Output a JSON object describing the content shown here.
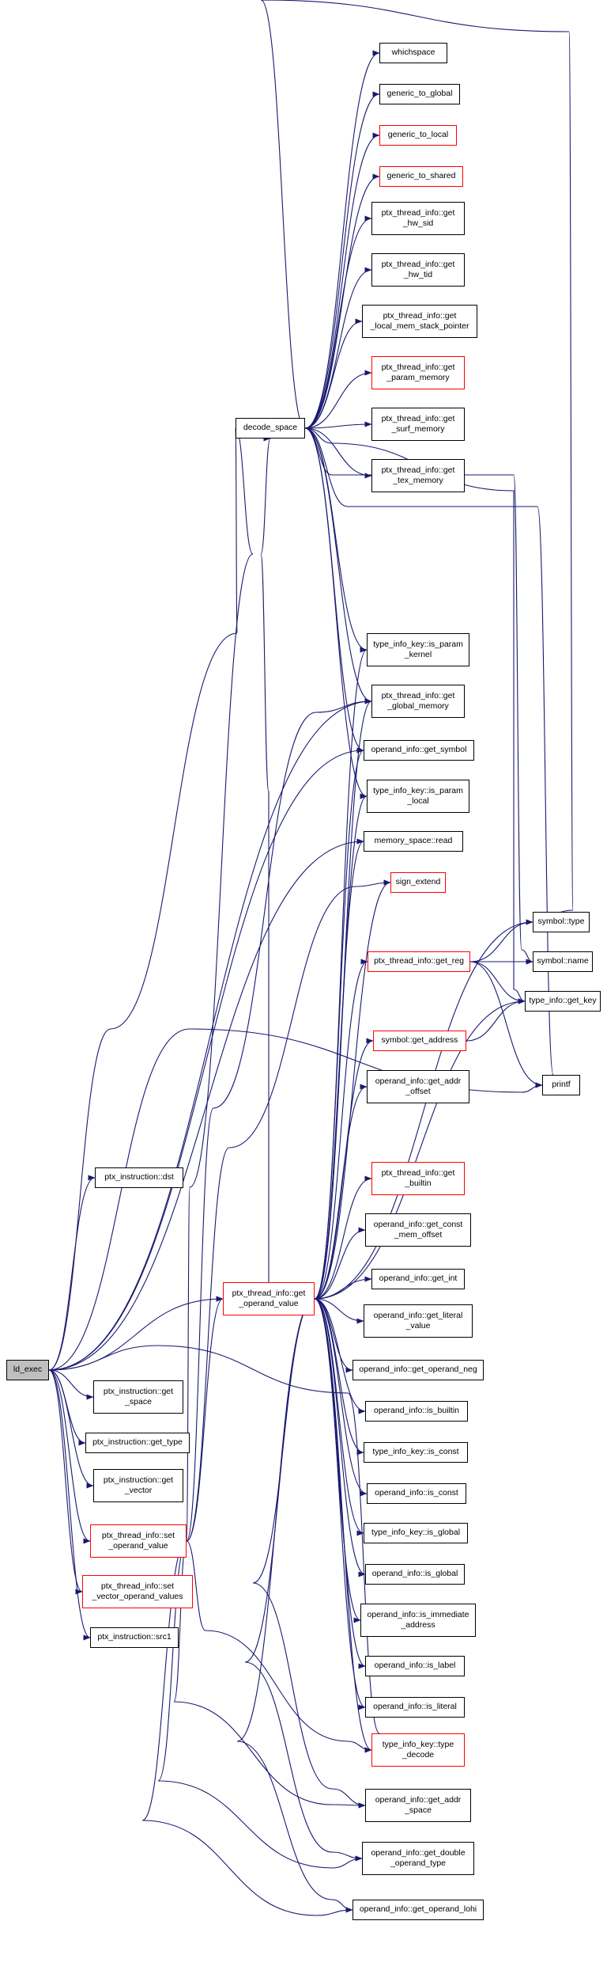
{
  "edge_color": "#191970",
  "box_border_default": "#000000",
  "box_border_highlight": "#ff0000",
  "root_fill": "#bfbfbf",
  "nodes": [
    {
      "id": "whichspace",
      "label": "whichspace",
      "highlight": false
    },
    {
      "id": "generic_to_global",
      "label": "generic_to_global",
      "highlight": false
    },
    {
      "id": "generic_to_local",
      "label": "generic_to_local",
      "highlight": true
    },
    {
      "id": "generic_to_shared",
      "label": "generic_to_shared",
      "highlight": true
    },
    {
      "id": "get_hw_sid",
      "label": "ptx_thread_info::get\n_hw_sid",
      "highlight": false
    },
    {
      "id": "get_hw_tid",
      "label": "ptx_thread_info::get\n_hw_tid",
      "highlight": false
    },
    {
      "id": "get_local_mem",
      "label": "ptx_thread_info::get\n_local_mem_stack_pointer",
      "highlight": false
    },
    {
      "id": "decode_space",
      "label": "decode_space",
      "highlight": false
    },
    {
      "id": "get_param_memory",
      "label": "ptx_thread_info::get\n_param_memory",
      "highlight": true
    },
    {
      "id": "get_surf_memory",
      "label": "ptx_thread_info::get\n_surf_memory",
      "highlight": false
    },
    {
      "id": "get_tex_memory",
      "label": "ptx_thread_info::get\n_tex_memory",
      "highlight": false
    },
    {
      "id": "is_param_kernel",
      "label": "type_info_key::is_param\n_kernel",
      "highlight": false
    },
    {
      "id": "get_global_memory",
      "label": "ptx_thread_info::get\n_global_memory",
      "highlight": false
    },
    {
      "id": "get_symbol",
      "label": "operand_info::get_symbol",
      "highlight": false
    },
    {
      "id": "is_param_local",
      "label": "type_info_key::is_param\n_local",
      "highlight": false
    },
    {
      "id": "memory_read",
      "label": "memory_space::read",
      "highlight": false
    },
    {
      "id": "sign_extend",
      "label": "sign_extend",
      "highlight": true
    },
    {
      "id": "symbol_type",
      "label": "symbol::type",
      "highlight": false
    },
    {
      "id": "get_reg",
      "label": "ptx_thread_info::get_reg",
      "highlight": true
    },
    {
      "id": "symbol_name",
      "label": "symbol::name",
      "highlight": false
    },
    {
      "id": "get_key",
      "label": "type_info::get_key",
      "highlight": false
    },
    {
      "id": "get_address",
      "label": "symbol::get_address",
      "highlight": true
    },
    {
      "id": "printf",
      "label": "printf",
      "highlight": false
    },
    {
      "id": "get_addr_offset",
      "label": "operand_info::get_addr\n_offset",
      "highlight": false
    },
    {
      "id": "dst",
      "label": "ptx_instruction::dst",
      "highlight": false
    },
    {
      "id": "get_builtin",
      "label": "ptx_thread_info::get\n_builtin",
      "highlight": true
    },
    {
      "id": "get_const_mem_offset",
      "label": "operand_info::get_const\n_mem_offset",
      "highlight": false
    },
    {
      "id": "get_int",
      "label": "operand_info::get_int",
      "highlight": false
    },
    {
      "id": "get_operand_value",
      "label": "ptx_thread_info::get\n_operand_value",
      "highlight": true
    },
    {
      "id": "get_literal_value",
      "label": "operand_info::get_literal\n_value",
      "highlight": false
    },
    {
      "id": "ld_exec",
      "label": "ld_exec",
      "highlight": false,
      "root": true
    },
    {
      "id": "get_operand_neg",
      "label": "operand_info::get_operand_neg",
      "highlight": false
    },
    {
      "id": "get_space",
      "label": "ptx_instruction::get\n_space",
      "highlight": false
    },
    {
      "id": "is_builtin",
      "label": "operand_info::is_builtin",
      "highlight": false
    },
    {
      "id": "get_type",
      "label": "ptx_instruction::get_type",
      "highlight": false
    },
    {
      "id": "is_const_key",
      "label": "type_info_key::is_const",
      "highlight": false
    },
    {
      "id": "get_vector",
      "label": "ptx_instruction::get\n_vector",
      "highlight": false
    },
    {
      "id": "is_const",
      "label": "operand_info::is_const",
      "highlight": false
    },
    {
      "id": "set_operand_value",
      "label": "ptx_thread_info::set\n_operand_value",
      "highlight": true
    },
    {
      "id": "is_global_key",
      "label": "type_info_key::is_global",
      "highlight": false
    },
    {
      "id": "is_global",
      "label": "operand_info::is_global",
      "highlight": false
    },
    {
      "id": "set_vector_operand_values",
      "label": "ptx_thread_info::set\n_vector_operand_values",
      "highlight": true
    },
    {
      "id": "is_immediate_address",
      "label": "operand_info::is_immediate\n_address",
      "highlight": false
    },
    {
      "id": "src1",
      "label": "ptx_instruction::src1",
      "highlight": false
    },
    {
      "id": "is_label",
      "label": "operand_info::is_label",
      "highlight": false
    },
    {
      "id": "is_literal",
      "label": "operand_info::is_literal",
      "highlight": false
    },
    {
      "id": "type_decode",
      "label": "type_info_key::type\n_decode",
      "highlight": true
    },
    {
      "id": "get_addr_space",
      "label": "operand_info::get_addr\n_space",
      "highlight": false
    },
    {
      "id": "get_double_operand_type",
      "label": "operand_info::get_double\n_operand_type",
      "highlight": false
    },
    {
      "id": "get_operand_lohi",
      "label": "operand_info::get_operand_lohi",
      "highlight": false
    }
  ],
  "edges": [
    [
      "decode_space",
      "whichspace"
    ],
    [
      "decode_space",
      "generic_to_global"
    ],
    [
      "decode_space",
      "generic_to_local"
    ],
    [
      "decode_space",
      "generic_to_shared"
    ],
    [
      "decode_space",
      "get_hw_sid"
    ],
    [
      "decode_space",
      "get_hw_tid"
    ],
    [
      "decode_space",
      "get_local_mem"
    ],
    [
      "decode_space",
      "get_param_memory"
    ],
    [
      "decode_space",
      "get_surf_memory"
    ],
    [
      "decode_space",
      "get_tex_memory"
    ],
    [
      "decode_space",
      "symbol_type"
    ],
    [
      "decode_space",
      "is_param_kernel"
    ],
    [
      "decode_space",
      "get_global_memory"
    ],
    [
      "decode_space",
      "get_symbol"
    ],
    [
      "decode_space",
      "is_param_local"
    ],
    [
      "decode_space",
      "symbol_name"
    ],
    [
      "decode_space",
      "get_key"
    ],
    [
      "decode_space",
      "printf"
    ],
    [
      "get_reg",
      "symbol_type"
    ],
    [
      "get_reg",
      "symbol_name"
    ],
    [
      "get_reg",
      "get_key"
    ],
    [
      "get_reg",
      "printf"
    ],
    [
      "get_address",
      "get_key"
    ],
    [
      "get_operand_value",
      "decode_space"
    ],
    [
      "get_operand_value",
      "is_param_kernel"
    ],
    [
      "get_operand_value",
      "get_global_memory"
    ],
    [
      "get_operand_value",
      "get_symbol"
    ],
    [
      "get_operand_value",
      "is_param_local"
    ],
    [
      "get_operand_value",
      "memory_read"
    ],
    [
      "get_operand_value",
      "sign_extend"
    ],
    [
      "get_operand_value",
      "symbol_type"
    ],
    [
      "get_operand_value",
      "get_reg"
    ],
    [
      "get_operand_value",
      "get_key"
    ],
    [
      "get_operand_value",
      "get_address"
    ],
    [
      "get_operand_value",
      "get_addr_offset"
    ],
    [
      "get_operand_value",
      "get_builtin"
    ],
    [
      "get_operand_value",
      "get_const_mem_offset"
    ],
    [
      "get_operand_value",
      "get_int"
    ],
    [
      "get_operand_value",
      "get_literal_value"
    ],
    [
      "get_operand_value",
      "get_operand_neg"
    ],
    [
      "get_operand_value",
      "is_builtin"
    ],
    [
      "get_operand_value",
      "is_const_key"
    ],
    [
      "get_operand_value",
      "is_const"
    ],
    [
      "get_operand_value",
      "is_global_key"
    ],
    [
      "get_operand_value",
      "is_global"
    ],
    [
      "get_operand_value",
      "is_immediate_address"
    ],
    [
      "get_operand_value",
      "is_label"
    ],
    [
      "get_operand_value",
      "is_literal"
    ],
    [
      "get_operand_value",
      "type_decode"
    ],
    [
      "get_operand_value",
      "get_addr_space"
    ],
    [
      "get_operand_value",
      "get_double_operand_type"
    ],
    [
      "get_operand_value",
      "get_operand_lohi"
    ],
    [
      "ld_exec",
      "decode_space"
    ],
    [
      "ld_exec",
      "dst"
    ],
    [
      "ld_exec",
      "get_operand_value"
    ],
    [
      "ld_exec",
      "get_global_memory"
    ],
    [
      "ld_exec",
      "get_symbol"
    ],
    [
      "ld_exec",
      "memory_read"
    ],
    [
      "ld_exec",
      "printf"
    ],
    [
      "ld_exec",
      "get_space"
    ],
    [
      "ld_exec",
      "get_type"
    ],
    [
      "ld_exec",
      "get_vector"
    ],
    [
      "ld_exec",
      "set_operand_value"
    ],
    [
      "ld_exec",
      "set_vector_operand_values"
    ],
    [
      "ld_exec",
      "src1"
    ],
    [
      "ld_exec",
      "type_decode"
    ],
    [
      "set_operand_value",
      "decode_space"
    ],
    [
      "set_operand_value",
      "get_global_memory"
    ],
    [
      "set_operand_value",
      "get_operand_value"
    ],
    [
      "set_operand_value",
      "sign_extend"
    ],
    [
      "set_operand_value",
      "type_decode"
    ],
    [
      "set_operand_value",
      "get_addr_space"
    ],
    [
      "set_operand_value",
      "get_double_operand_type"
    ],
    [
      "set_operand_value",
      "get_operand_lohi"
    ]
  ]
}
